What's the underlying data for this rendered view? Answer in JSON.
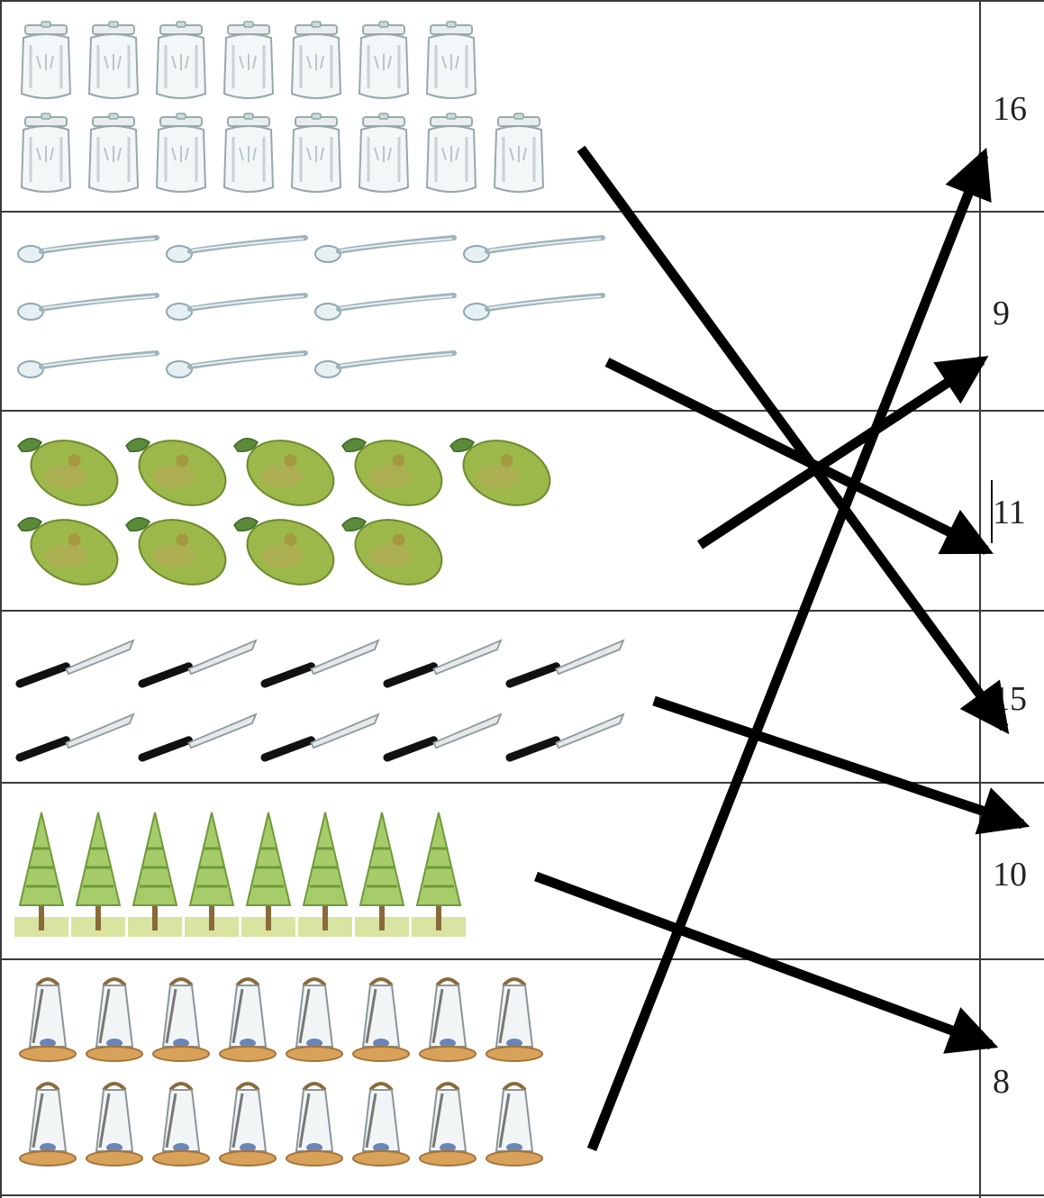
{
  "worksheet": {
    "rows": [
      {
        "item": "jar",
        "count": 15,
        "number_label": "16"
      },
      {
        "item": "spoon",
        "count": 11,
        "number_label": "9"
      },
      {
        "item": "pear",
        "count": 9,
        "number_label": "11"
      },
      {
        "item": "knife",
        "count": 10,
        "number_label": "15"
      },
      {
        "item": "tree",
        "count": 8,
        "number_label": "10"
      },
      {
        "item": "lantern",
        "count": 16,
        "number_label": "8"
      }
    ],
    "connections": [
      {
        "from_item": "jar",
        "to_label": "15"
      },
      {
        "from_item": "spoon",
        "to_label": "11"
      },
      {
        "from_item": "pear",
        "to_label": "9"
      },
      {
        "from_item": "knife",
        "to_label": "10"
      },
      {
        "from_item": "tree",
        "to_label": "8"
      },
      {
        "from_item": "lantern",
        "to_label": "16"
      }
    ],
    "line_color": "#000000",
    "grid_color": "#3a3a3a"
  }
}
